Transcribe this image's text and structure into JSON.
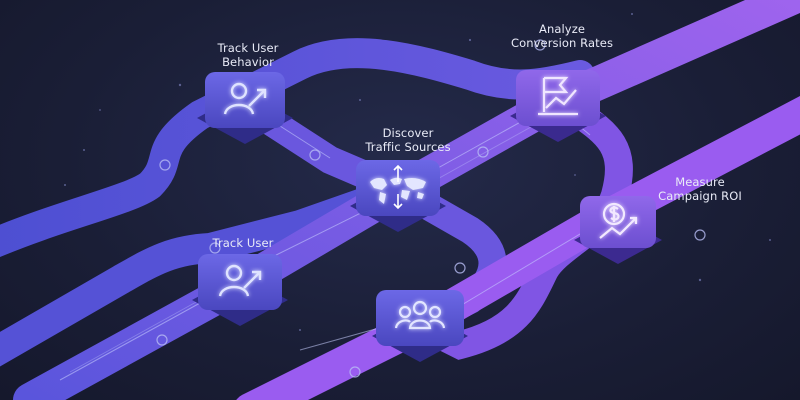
{
  "nodes": [
    {
      "id": "track-user-behavior",
      "label": "Track User\nBehavior",
      "icon": "user-arrow-icon"
    },
    {
      "id": "discover-traffic-sources",
      "label": "Discover\nTraffic Sources",
      "icon": "world-map-icon"
    },
    {
      "id": "analyze-conversion-rates",
      "label": "Analyze\nConversion Rates",
      "icon": "flag-chart-icon"
    },
    {
      "id": "measure-campaign-roi",
      "label": "Measure\nCampaign ROI",
      "icon": "dollar-arrow-icon"
    },
    {
      "id": "track-user",
      "label": "Track User",
      "icon": "user-arrow-icon"
    },
    {
      "id": "audience-group",
      "label": "",
      "icon": "user-group-icon"
    }
  ],
  "colors": {
    "background": "#1b1f38",
    "road_blue": "#5b58d8",
    "road_violet": "#8a55e6",
    "tile": "#5450c8",
    "icon": "#cfd3ff",
    "label": "#e9ebf7"
  }
}
